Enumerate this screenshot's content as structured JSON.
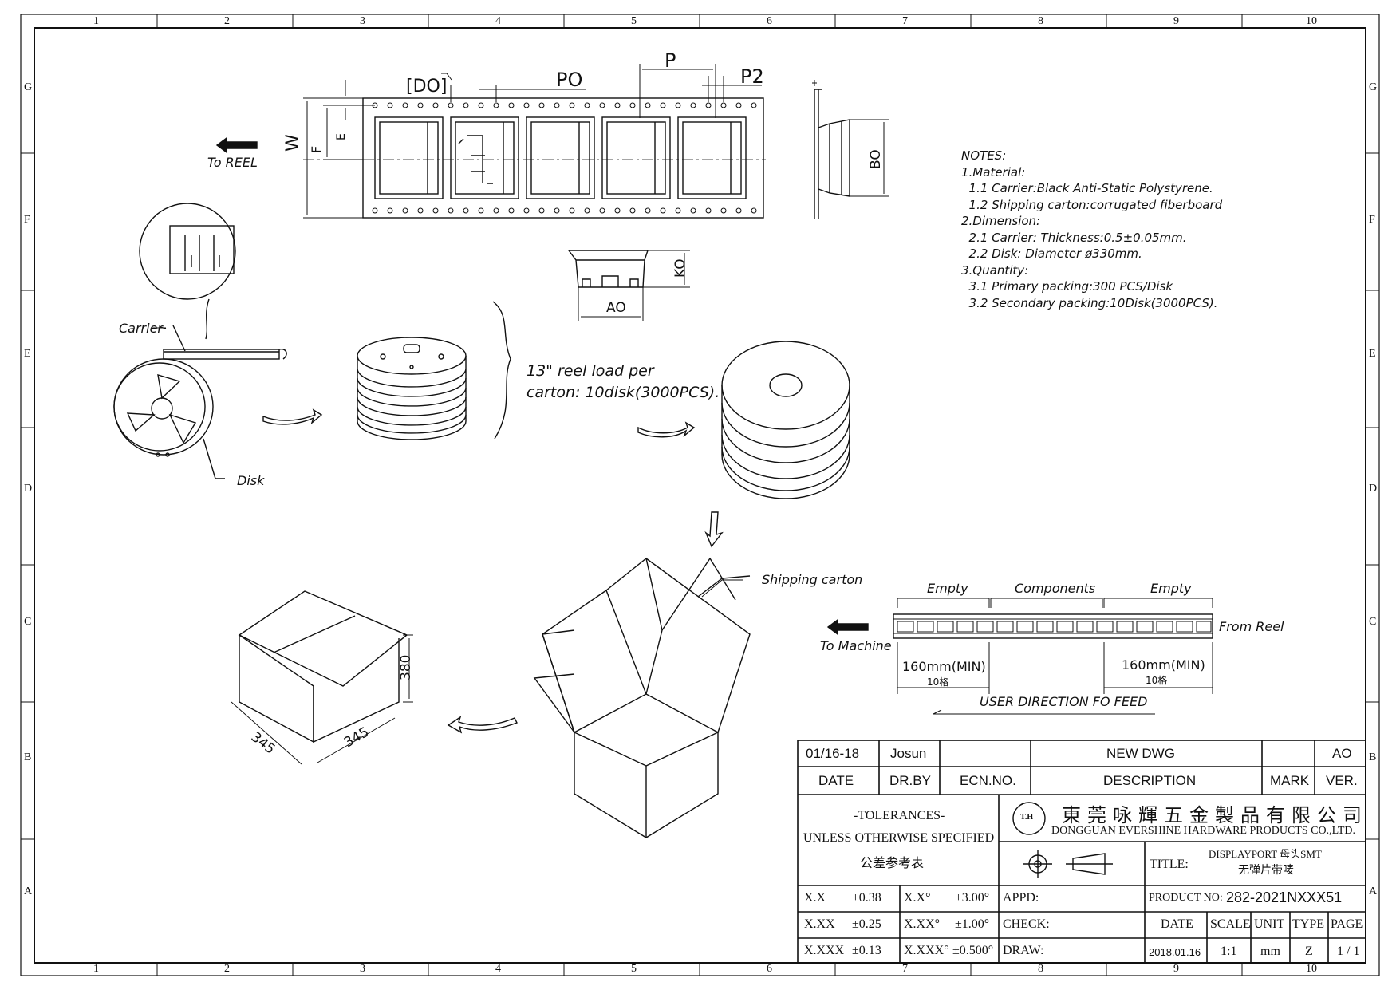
{
  "grid": {
    "columns": [
      "1",
      "2",
      "3",
      "4",
      "5",
      "6",
      "7",
      "8",
      "9",
      "10"
    ],
    "rows": [
      "G",
      "F",
      "E",
      "D",
      "C",
      "B",
      "A"
    ]
  },
  "tape": {
    "do_label": "[DO]",
    "po_label": "PO",
    "p_label": "P",
    "p2_label": "P2",
    "w_label": "W",
    "f_label": "F",
    "e_label": "E",
    "bo_label": "BO",
    "ko_label": "KO",
    "ao_label": "AO",
    "to_reel": "To REEL"
  },
  "notes": {
    "heading": "NOTES:",
    "lines": [
      "1.Material:",
      "  1.1 Carrier:Black Anti-Static Polystyrene.",
      "  1.2 Shipping carton:corrugated fiberboard",
      "2.Dimension:",
      "  2.1 Carrier: Thickness:0.5±0.05mm.",
      "  2.2 Disk: Diameter ø330mm.",
      "3.Quantity:",
      "  3.1 Primary packing:300 PCS/Disk",
      "  3.2 Secondary packing:10Disk(3000PCS)."
    ]
  },
  "reel": {
    "carrier": "Carrier",
    "disk": "Disk",
    "load_line1": "13\" reel load per",
    "load_line2": "carton: 10disk(3000PCS)."
  },
  "carton": {
    "shipping": "Shipping carton",
    "height": "380",
    "width_a": "345",
    "width_b": "345"
  },
  "feed": {
    "empty_left": "Empty",
    "components": "Components",
    "empty_right": "Empty",
    "from_reel": "From Reel",
    "to_machine": "To Machine",
    "min_left": "160mm(MIN)",
    "cells_left": "10格",
    "min_right": "160mm(MIN)",
    "cells_right": "10格",
    "user_direction": "USER DIRECTION FO FEED"
  },
  "title_block": {
    "rev_date": "01/16-18",
    "rev_by": "Josun",
    "rev_ecn": "",
    "rev_desc": "NEW  DWG",
    "rev_mark": "",
    "rev_ver": "AO",
    "h_date": "DATE",
    "h_drby": "DR.BY",
    "h_ecn": "ECN.NO.",
    "h_desc": "DESCRIPTION",
    "h_mark": "MARK",
    "h_ver": "VER.",
    "tol_title": "-TOLERANCES-",
    "tol_sub": "UNLESS OTHERWISE SPECIFIED",
    "tol_ref": "公差参考表",
    "company_cn": "東 莞 咏 輝 五 金 製 品 有 限 公 司",
    "company_en": "DONGGUAN EVERSHINE HARDWARE PRODUCTS CO.,LTD.",
    "logo_text": "T.H",
    "title_label": "TITLE:",
    "title_line1": "DISPLAYPORT  母头SMT",
    "title_line2": "无弹片带唛",
    "tol_rows": [
      {
        "a": "X.X",
        "b": "±0.38",
        "c": "X.X°",
        "d": "±3.00°"
      },
      {
        "a": "X.XX",
        "b": "±0.25",
        "c": "X.XX°",
        "d": "±1.00°"
      },
      {
        "a": "X.XXX",
        "b": "±0.13",
        "c": "X.XXX°",
        "d": "±0.500°"
      }
    ],
    "appd": "APPD:",
    "check": "CHECK:",
    "draw": "DRAW:",
    "product_label": "PRODUCT NO:",
    "product_no": "282-2021NXXX51",
    "h2_date": "DATE",
    "h2_scale": "SCALE",
    "h2_unit": "UNIT",
    "h2_type": "TYPE",
    "h2_page": "PAGE",
    "v_date": "2018.01.16",
    "v_scale": "1:1",
    "v_unit": "mm",
    "v_type": "Z",
    "v_page": "1 / 1"
  }
}
